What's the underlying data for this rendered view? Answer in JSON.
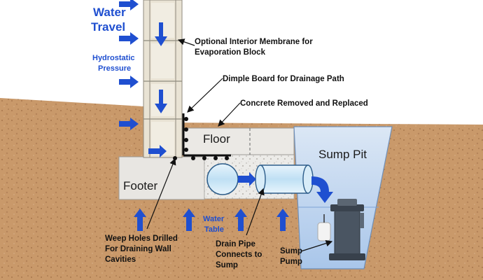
{
  "colors": {
    "soil": "#c9996a",
    "soil_dark": "#a8774d",
    "concrete": "#e8e6e2",
    "block": "#e9e3d4",
    "arrow_blue": "#1f4fd0",
    "water_pit": "#bcd4ee",
    "pipe": "#cfe6f6"
  },
  "labels": {
    "water_travel_line1": "Water",
    "water_travel_line2": "Travel",
    "hydrostatic_line1": "Hydrostatic",
    "hydrostatic_line2": "Pressure",
    "floor": "Floor",
    "footer": "Footer",
    "sump_pit": "Sump Pit",
    "water_table_line1": "Water",
    "water_table_line2": "Table"
  },
  "callouts": {
    "membrane_line1": "Optional Interior Membrane for",
    "membrane_line2": "Evaporation Block",
    "dimple": "Dimple Board for Drainage Path",
    "concrete": "Concrete Removed and Replaced",
    "weep_line1": "Weep Holes Drilled",
    "weep_line2": "For Draining Wall",
    "weep_line3": "Cavities",
    "drain_line1": "Drain Pipe",
    "drain_line2": "Connects to",
    "drain_line3": "Sump",
    "pump_line1": "Sump",
    "pump_line2": "Pump"
  },
  "icons": {
    "pressure_arrow": "arrow-right-icon",
    "rising_arrow": "arrow-up-icon",
    "flow_arrow": "arrow-down-icon",
    "pump": "sump-pump-icon"
  }
}
